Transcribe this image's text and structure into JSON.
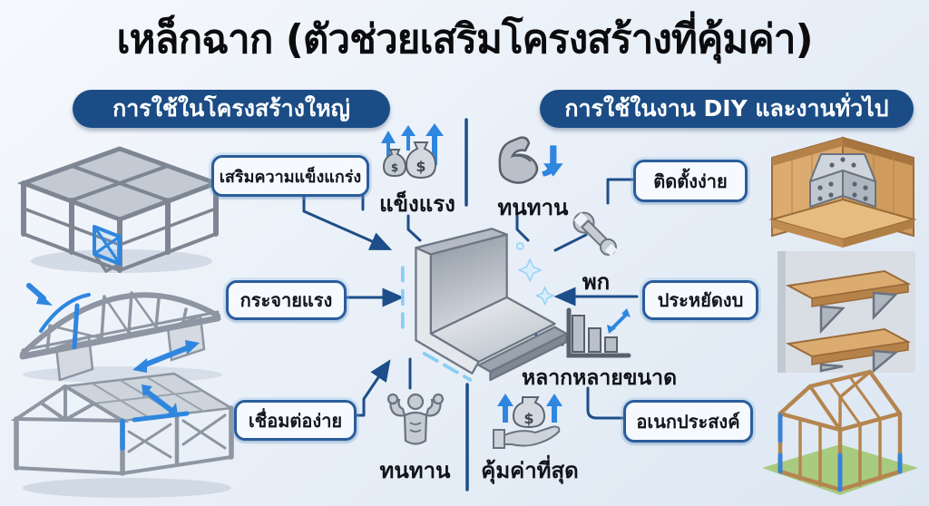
{
  "title": "เหล็กฉาก (ตัวช่วยเสริมโครงสร้างที่คุ้มค่า)",
  "sections": {
    "left_structures": {
      "header": "การใช้ในโครงสร้างใหญ่"
    },
    "right_diy": {
      "header": "การใช้ในงาน DIY และงานทั่วไป"
    }
  },
  "left_labels": {
    "strengthen": "เสริมความแข็งแกร่ง",
    "distribute_force": "กระจายแรง",
    "easy_connect": "เชื่อมต่อง่าย"
  },
  "right_labels": {
    "easy_install": "ติดตั้งง่าย",
    "save_budget": "ประหยัดงบ",
    "multipurpose": "อเนกประสงค์"
  },
  "center_features": {
    "strong": "แข็งแรง",
    "durable_top": "ทนทาน",
    "portable": "พก",
    "many_sizes": "หลากหลายขนาด",
    "durable_bottom": "ทนทาน",
    "best_value": "คุ้มค่าที่สุด"
  },
  "icons": {
    "strong": "money-bags-up-arrows-icon",
    "durable_top": "muscle-arm-up-arrow-icon",
    "portable": "wrench-icon",
    "many_sizes": "bar-chart-resize-icon",
    "durable_bottom": "flexing-man-icon",
    "best_value": "hand-holding-money-icon"
  },
  "illustrations": {
    "left": [
      "steel-building-frame",
      "steel-truss-bridge",
      "steel-warehouse-frame"
    ],
    "center": "angle-steel-profile",
    "right": [
      "corner-bracket-on-wood",
      "wall-shelves-with-brackets",
      "wooden-shed-frame"
    ]
  },
  "colors": {
    "accent_dark_blue": "#1b4c85",
    "connector_blue": "#1d4e89",
    "highlight_blue": "#2f86df",
    "label_border": "#2b5d9b",
    "label_bg": "#f6fafe",
    "steel_gray": "#b9c0c9",
    "wood_tan": "#dcab70",
    "grass_green": "#a8cb80",
    "text_black": "#101318"
  }
}
